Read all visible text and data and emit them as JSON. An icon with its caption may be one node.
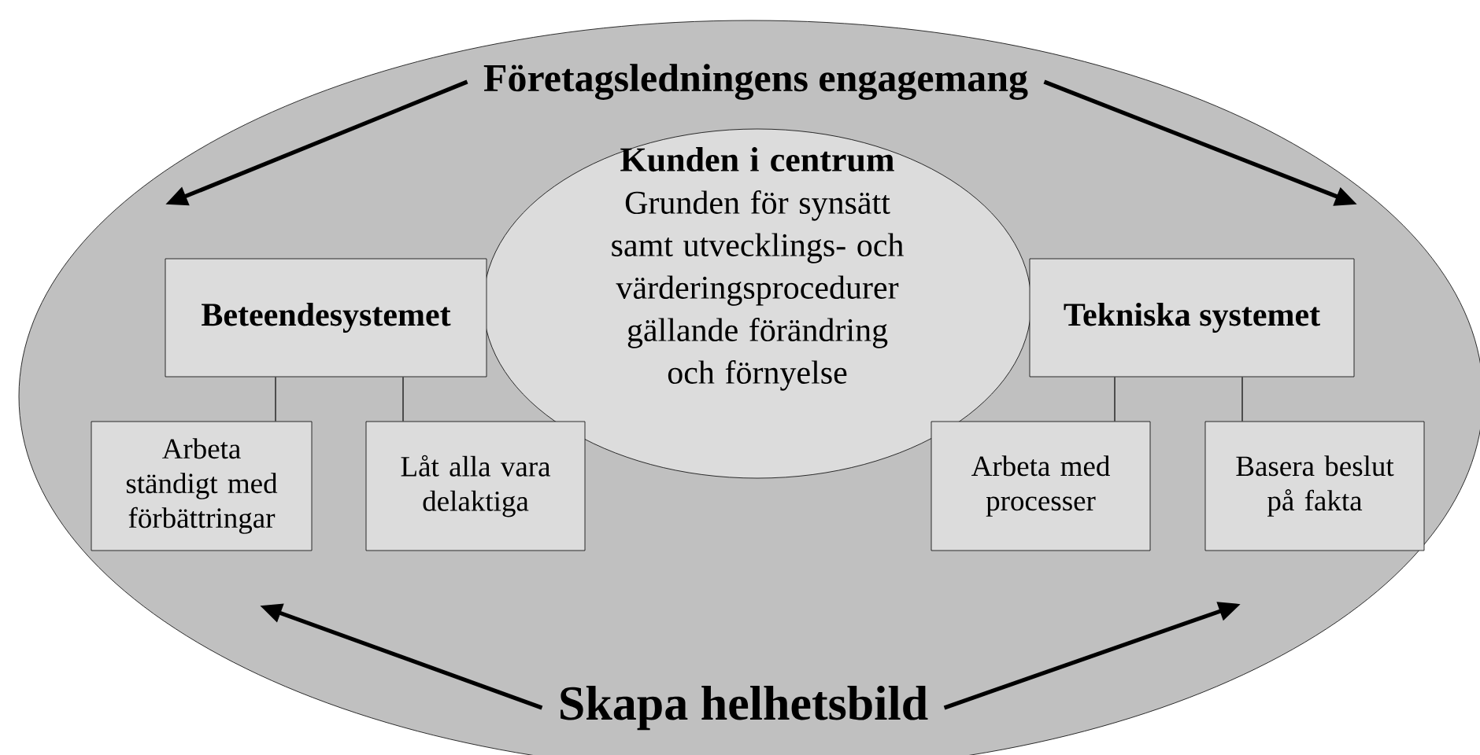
{
  "diagram": {
    "nodes": [
      {
        "text": [],
        "shape": "ellipse"
      },
      {
        "text": [
          "Företagsledningens engagemang"
        ],
        "in": 0
      },
      {
        "text": [
          "Kunden i centrum",
          "Grunden för synsätt samt utvecklings- och värderingsprocedurer gällande förändring och förnyelse"
        ],
        "in": 0
      },
      {
        "text": [
          "Beteendesystemet"
        ],
        "in": 0
      },
      {
        "text": [
          "Arbeta ständigt med förbättringar"
        ],
        "in": 0
      },
      {
        "text": [
          "Låt alla vara delaktiga"
        ],
        "in": 0
      },
      {
        "text": [
          "Tekniska systemet"
        ],
        "in": 0
      },
      {
        "text": [
          "Arbeta med processer"
        ],
        "in": 0
      },
      {
        "text": [
          "Basera beslut på fakta"
        ],
        "in": 0
      },
      {
        "text": [
          "Skapa helhetsbild"
        ],
        "in": 0
      }
    ],
    "edges": [
      {
        "from": 3,
        "to": 4,
        "arrow": "none"
      },
      {
        "from": 3,
        "to": 5,
        "arrow": "none"
      },
      {
        "from": 6,
        "to": 7,
        "arrow": "none"
      },
      {
        "from": 6,
        "to": 8,
        "arrow": "none"
      },
      {
        "from": 1,
        "to": null,
        "arrow": "to",
        "style": "thick"
      },
      {
        "from": 1,
        "to": null,
        "arrow": "to",
        "style": "thick"
      },
      {
        "from": 9,
        "to": null,
        "arrow": "to",
        "style": "thick"
      },
      {
        "from": 9,
        "to": null,
        "arrow": "to",
        "style": "thick"
      }
    ]
  }
}
